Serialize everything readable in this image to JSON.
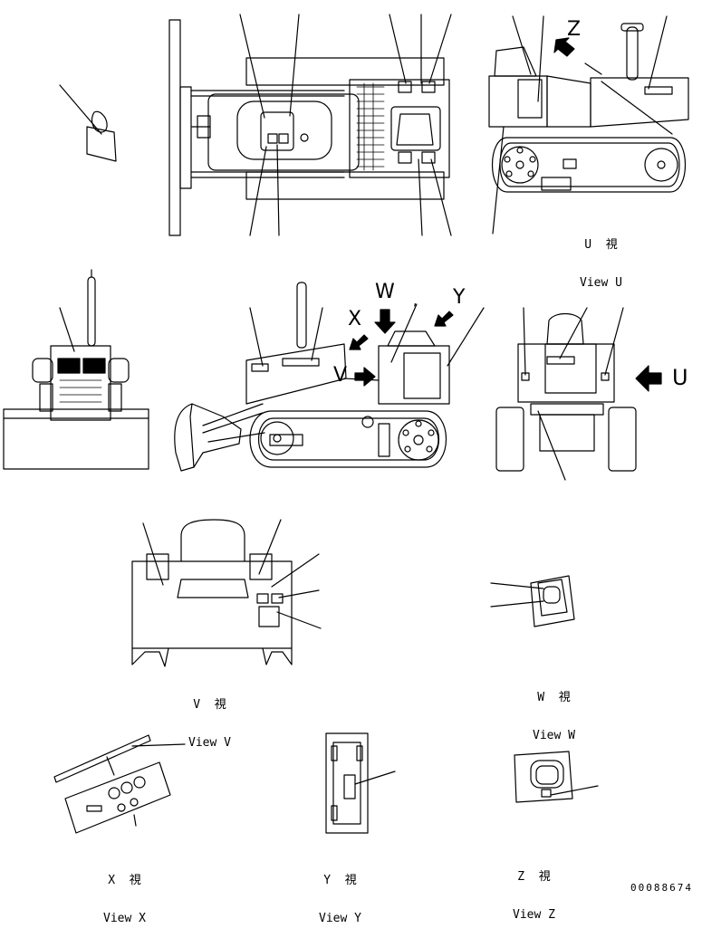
{
  "view_letters": {
    "z": "Z",
    "w": "W",
    "x": "X",
    "v": "V",
    "y": "Y",
    "u": "U",
    "comma": ","
  },
  "captions": {
    "u": {
      "jp": "U  視",
      "en": "View U"
    },
    "v": {
      "jp": "V  視",
      "en": "View V"
    },
    "w": {
      "jp": "W  視",
      "en": "View W"
    },
    "x": {
      "jp": "X  視",
      "en": "View X"
    },
    "y": {
      "jp": "Y  視",
      "en": "View Y"
    },
    "z": {
      "jp": "Z  視",
      "en": "View Z"
    }
  },
  "part_number": "00088674"
}
